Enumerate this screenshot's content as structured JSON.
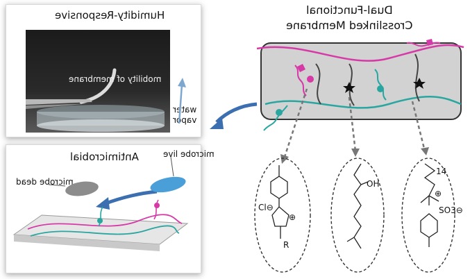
{
  "humidity_panel": {
    "title": "Humidity-Responsive",
    "photo_caption": "mobility of membrane",
    "label_water": "water",
    "label_vapor": "vapor"
  },
  "antimicrobial_panel": {
    "title": "Antimicrobial",
    "label_live_line1": "live",
    "label_live_line2": "microbe",
    "label_dead_line1": "dead",
    "label_dead_line2": "microbe"
  },
  "membrane": {
    "title_line1": "Dual-Functional",
    "title_line2": "Crosslinked Membrane"
  },
  "structures": {
    "imidazolium_counterion": "Cl⊖",
    "imidazolium_charge": "⊕",
    "imidazolium_substituent": "R",
    "diol_group": "OH",
    "ammonium_charge": "⊕",
    "sulfonate": "SO3⊖",
    "alkyl_chain": "14"
  },
  "colors": {
    "magenta": "#d63aa6",
    "teal": "#2aa6a0",
    "blue_arrow": "#3b6fb0",
    "live_microbe": "#4a9fd8",
    "dead_microbe": "#8c8c8c"
  }
}
